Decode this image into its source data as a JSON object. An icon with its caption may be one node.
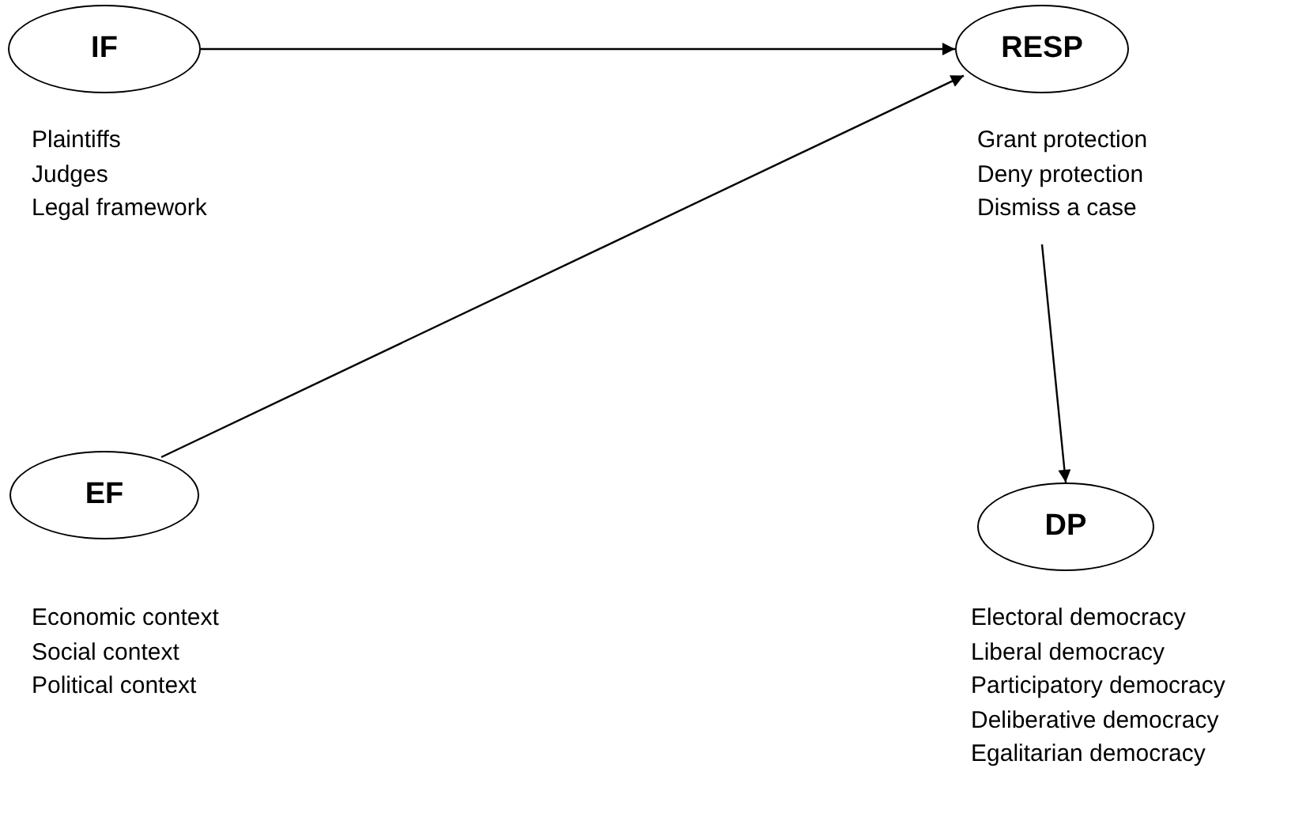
{
  "diagram": {
    "nodes": [
      {
        "text": [
          "IF"
        ],
        "beside": [
          "Plaintiffs",
          "Judges",
          "Legal framework"
        ]
      },
      {
        "text": [
          "RESP"
        ],
        "beside": [
          "Grant protection",
          "Deny protection",
          "Dismiss a case"
        ]
      },
      {
        "text": [
          "EF"
        ],
        "beside": [
          "Economic context",
          "Social context",
          "Political context"
        ]
      },
      {
        "text": [
          "DP"
        ],
        "beside": [
          "Electoral democracy",
          "Liberal democracy",
          "Participatory democracy",
          "Deliberative democracy",
          "Egalitarian democracy"
        ]
      }
    ],
    "edges": [
      {
        "from": 0,
        "to": 1,
        "arrow": "to"
      },
      {
        "from": 2,
        "to": 1,
        "arrow": "to"
      },
      {
        "from": 1,
        "to": 3,
        "arrow": "to"
      }
    ]
  }
}
